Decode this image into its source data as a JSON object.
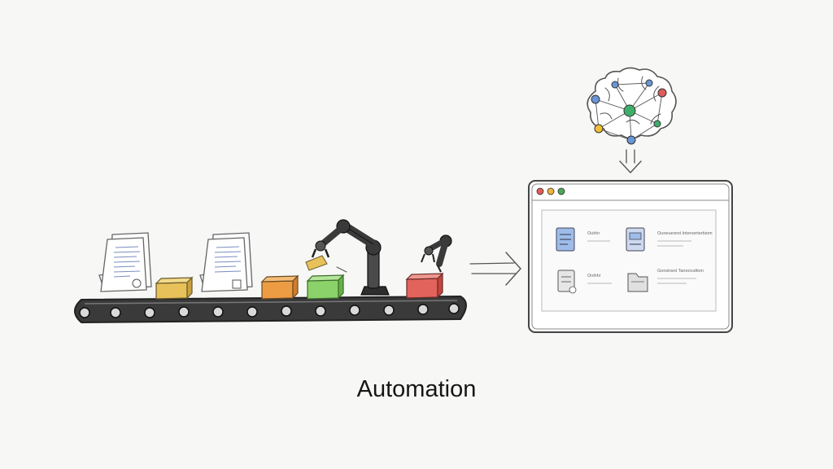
{
  "caption": "Automation",
  "colors": {
    "background": "#f7f7f6",
    "box_yellow": "#e8c15a",
    "box_orange": "#ee9c43",
    "box_green": "#8bd26a",
    "box_red": "#e2635b",
    "window_dot_red": "#e25b55",
    "window_dot_yellow": "#f0b33a",
    "window_dot_green": "#4ea65a",
    "node_blue": "#6a95d6",
    "node_green": "#3fae6a",
    "node_red": "#e05a5a",
    "node_yellow": "#f0c032"
  },
  "app_window": {
    "items": [
      {
        "icon": "document-blue-icon",
        "label": "Ouhhr"
      },
      {
        "icon": "document-blue-icon",
        "label": "Ouneuerent Interverterbiom"
      },
      {
        "icon": "document-gray-icon",
        "label": "Onihhr"
      },
      {
        "icon": "folder-icon",
        "label": "Gonstrant Tanoocuttion"
      }
    ]
  }
}
